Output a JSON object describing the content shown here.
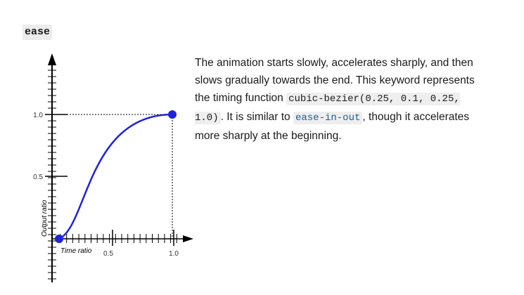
{
  "keyword": {
    "label": "ease"
  },
  "description": {
    "text_1": "The animation starts slowly, accelerates sharply, and then slows gradually towards the end. This keyword represents the timing function ",
    "code_1": "cubic-bezier(0.25, 0.1, 0.25, 1.0)",
    "text_2": ". It is similar to ",
    "link_code": "ease-in-out",
    "text_3": ", though it accelerates more sharply at the beginning."
  },
  "graph": {
    "ylabel": "Output ratio",
    "xlabel": "Time ratio",
    "y_tick_labels": [
      "0.5",
      "1.0"
    ],
    "x_tick_labels": [
      "0.5",
      "1.0"
    ],
    "curve_color": "#1f22dd",
    "point_color": "#1f22dd",
    "bezier": {
      "p1": [
        0.25,
        0.1
      ],
      "p2": [
        0.25,
        1.0
      ]
    }
  }
}
